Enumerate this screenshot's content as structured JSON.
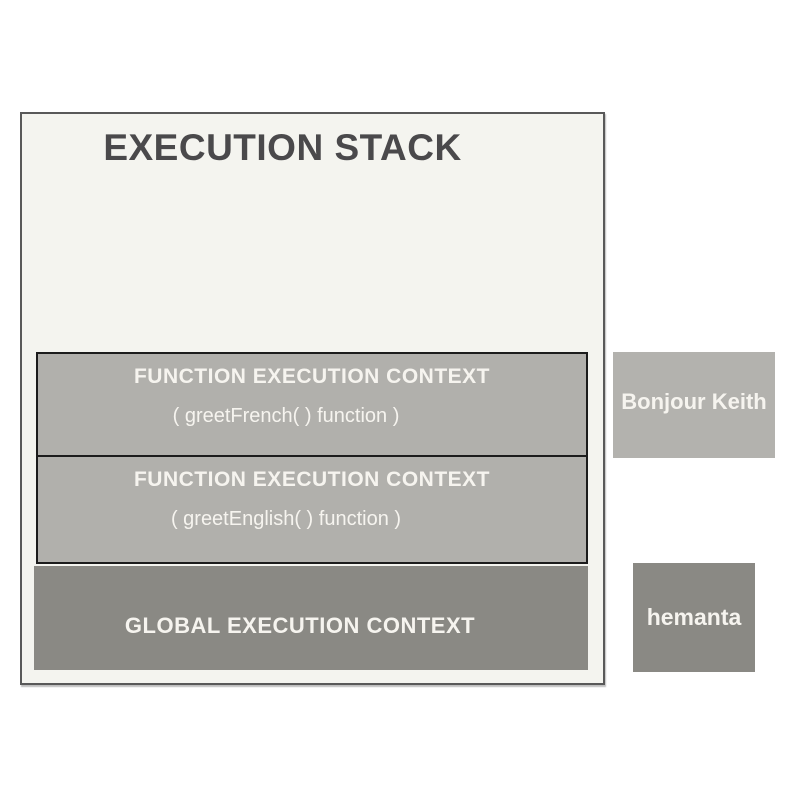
{
  "diagram": {
    "title": "EXECUTION STACK",
    "stack_frames": [
      {
        "heading": "FUNCTION EXECUTION CONTEXT",
        "detail": "( greetFrench( ) function )"
      },
      {
        "heading": "FUNCTION EXECUTION CONTEXT",
        "detail": "( greetEnglish( ) function )"
      }
    ],
    "global_frame": {
      "heading": "GLOBAL EXECUTION CONTEXT"
    },
    "outputs": [
      {
        "text": "Bonjour Keith"
      },
      {
        "text": "hemanta"
      }
    ],
    "colors": {
      "page_background": "#ffffff",
      "slide_background": "#f4f4ef",
      "slide_border": "#595959",
      "frame_fill": "#b1b0ac",
      "frame_border": "#1c1c1c",
      "global_fill": "#8a8984",
      "output_light_fill": "#b3b2ae",
      "output_dark_fill": "#8a8984",
      "title_text": "#4a494b",
      "box_text": "#f6f4ef"
    }
  }
}
